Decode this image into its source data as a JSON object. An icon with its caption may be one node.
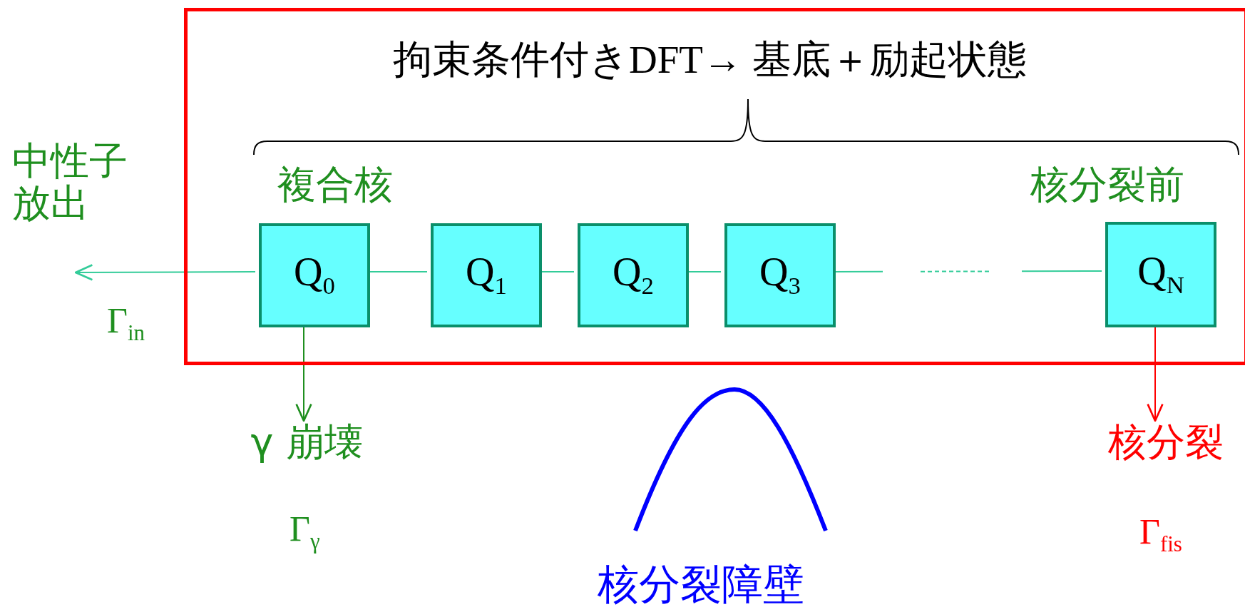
{
  "diagram": {
    "nodes": [
      {
        "text": [
          "拘束条件付きDFT→ 基底＋励起状態"
        ]
      },
      {
        "text": [
          "Q$_{0}$"
        ],
        "in": 0,
        "beside": [
          "複合核"
        ]
      },
      {
        "text": [
          "Q$_{1}$"
        ],
        "in": 0
      },
      {
        "text": [
          "Q$_{2}$"
        ],
        "in": 0
      },
      {
        "text": [
          "Q$_{3}$"
        ],
        "in": 0
      },
      {
        "text": [
          "Q$_{N}$"
        ],
        "in": 0,
        "beside": [
          "核分裂前"
        ]
      },
      {
        "text": [
          "γ 崩壊"
        ],
        "beside": [
          "Γ$_{γ}$"
        ]
      },
      {
        "text": [
          "核分裂"
        ],
        "beside": [
          "Γ$_{fis}$"
        ]
      }
    ],
    "edges": [
      {
        "from": 1,
        "to": 2,
        "arrow": "none"
      },
      {
        "from": 2,
        "to": 3,
        "arrow": "none"
      },
      {
        "from": 3,
        "to": 4,
        "arrow": "none"
      },
      {
        "from": 4,
        "to": 5,
        "arrow": "none",
        "style": "dashed"
      },
      {
        "from": 1,
        "to": null,
        "arrow": "to",
        "label": "Γ$_{in}$"
      },
      {
        "from": 1,
        "to": 6,
        "arrow": "to",
        "color": "#1f8f1f"
      },
      {
        "from": 5,
        "to": 7,
        "arrow": "to",
        "color": "#ff0000"
      }
    ],
    "labels": [
      "中性子放出",
      "核分裂障壁"
    ]
  }
}
